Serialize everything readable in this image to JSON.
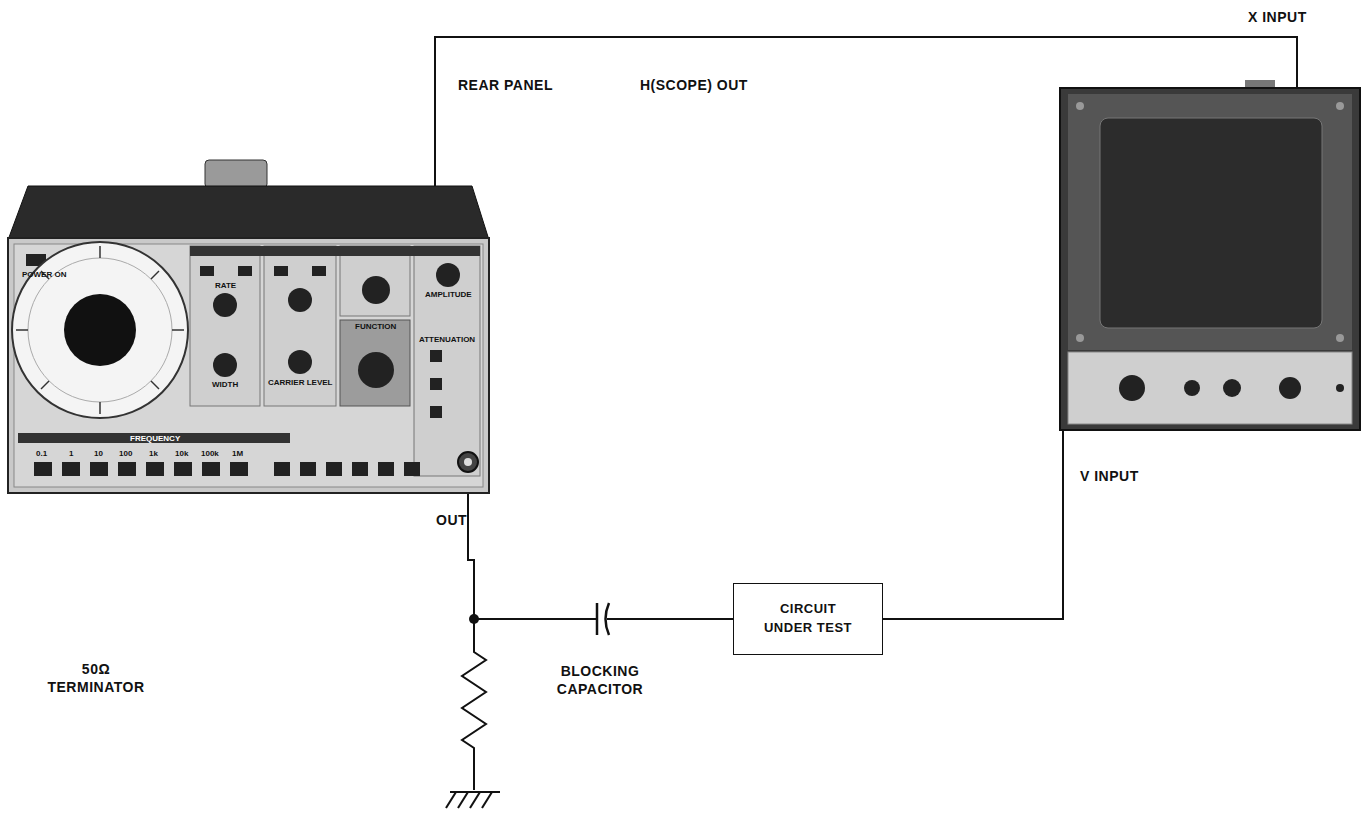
{
  "diagram": {
    "nodes": [
      {
        "text": [
          "CIRCUIT UNDER TEST"
        ]
      }
    ],
    "labels": [
      "X INPUT",
      "REAR PANEL",
      "H(SCOPE) OUT",
      "V INPUT",
      "OUT",
      "50Ω TERMINATOR",
      "BLOCKING CAPACITOR",
      "POWER ON",
      "FREQUENCY",
      "0.1",
      "1",
      "10",
      "100",
      "1k",
      "10k",
      "100k",
      "1M",
      "RATE",
      "WIDTH",
      "CARRIER LEVEL",
      "FUNCTION",
      "AMPLITUDE",
      "ATTENUATION"
    ]
  }
}
